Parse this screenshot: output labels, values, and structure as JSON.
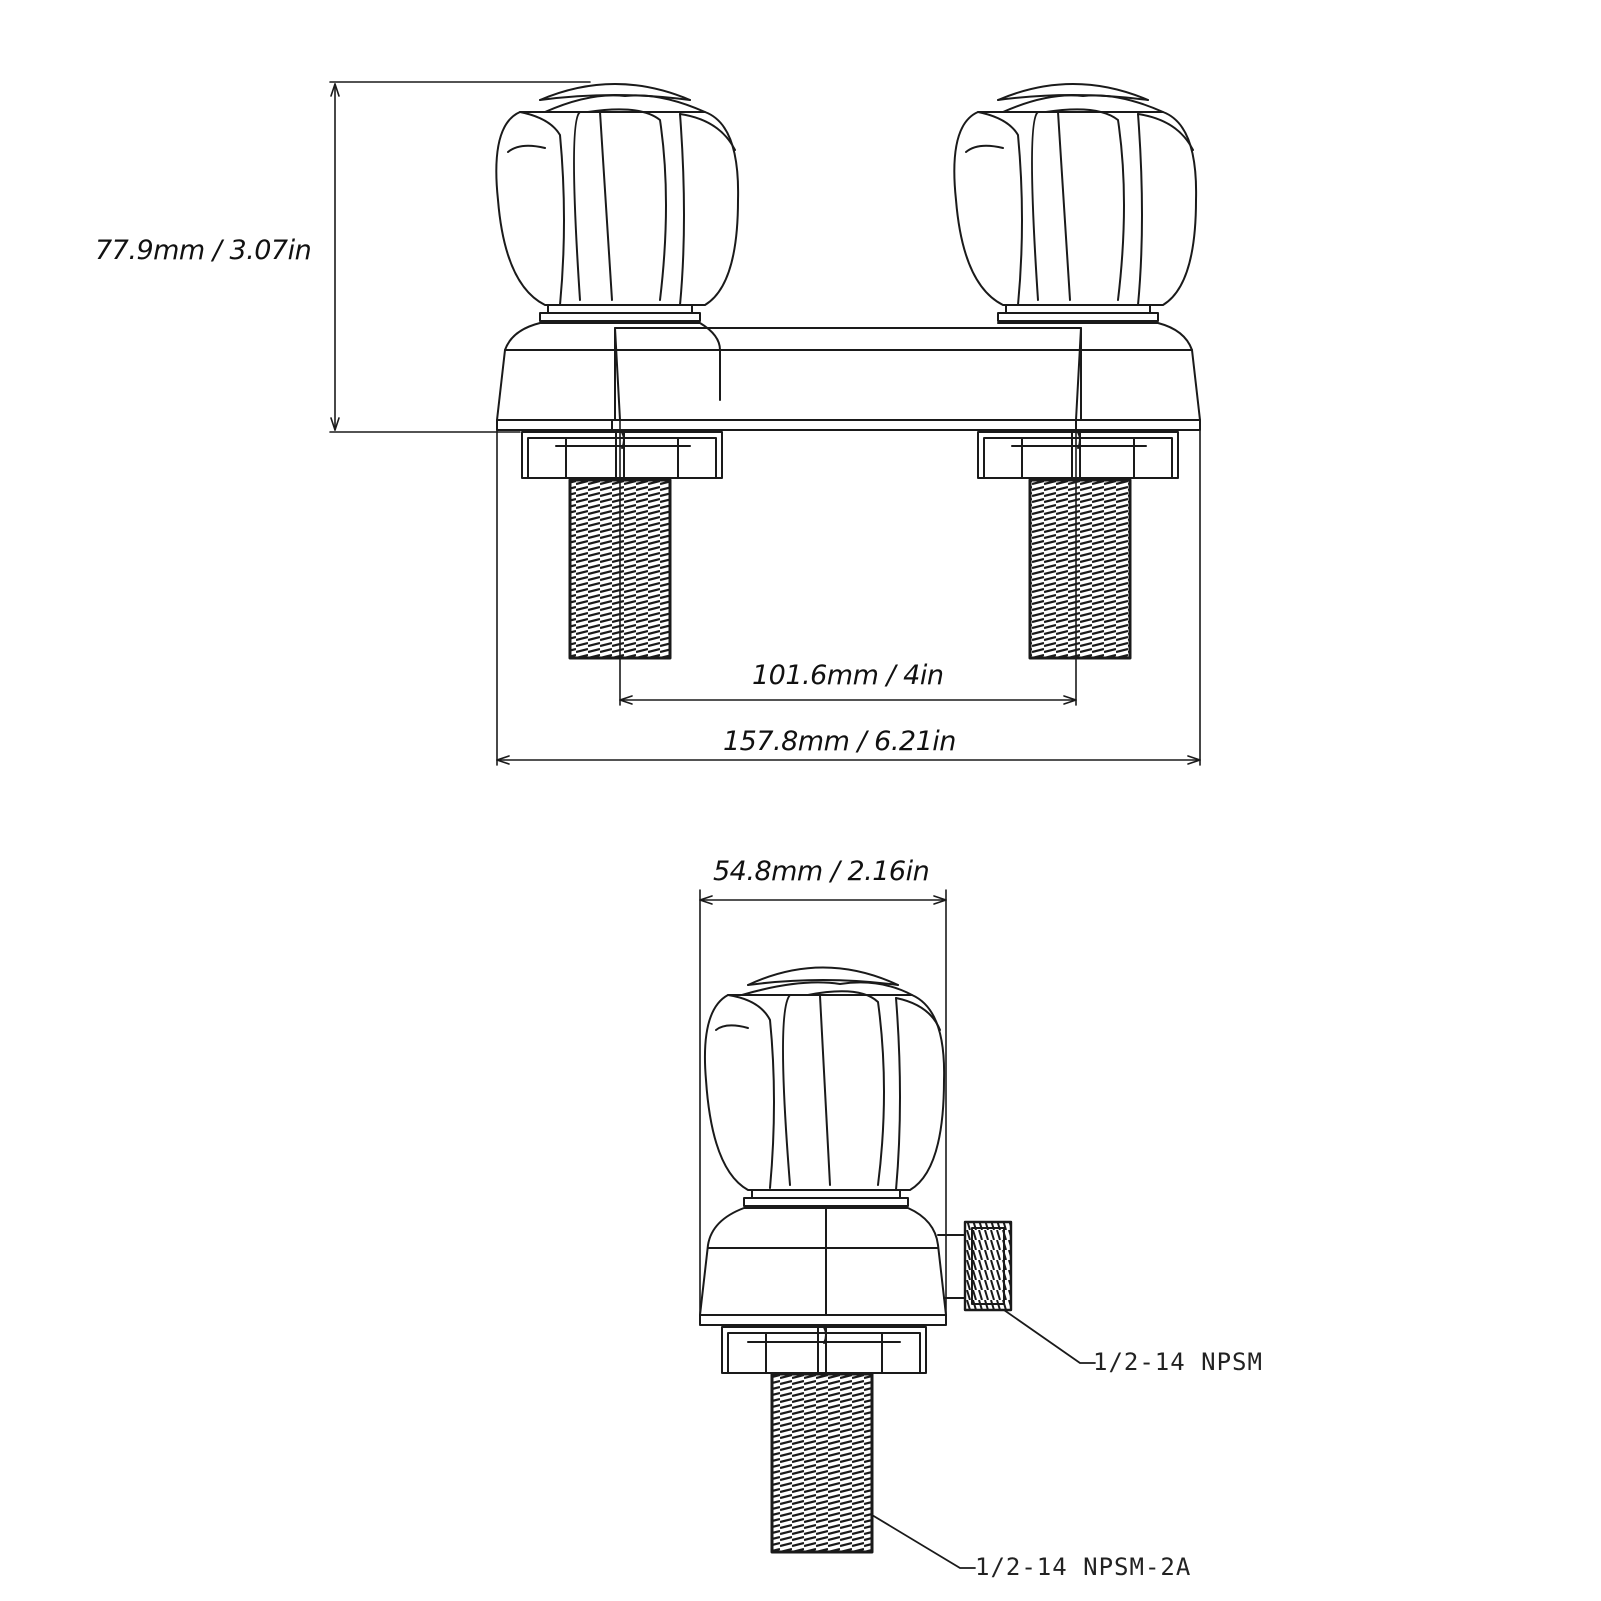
{
  "dimensions": {
    "height": "77.9mm / 3.07in",
    "center_spacing": "101.6mm / 4in",
    "overall_width": "157.8mm / 6.21in",
    "side_depth": "54.8mm / 2.16in"
  },
  "callouts": {
    "side_outlet": "1/2-14 NPSM",
    "bottom_inlet": "1/2-14 NPSM-2A"
  },
  "colors": {
    "line": "#1a1a1a",
    "background": "#ffffff"
  }
}
